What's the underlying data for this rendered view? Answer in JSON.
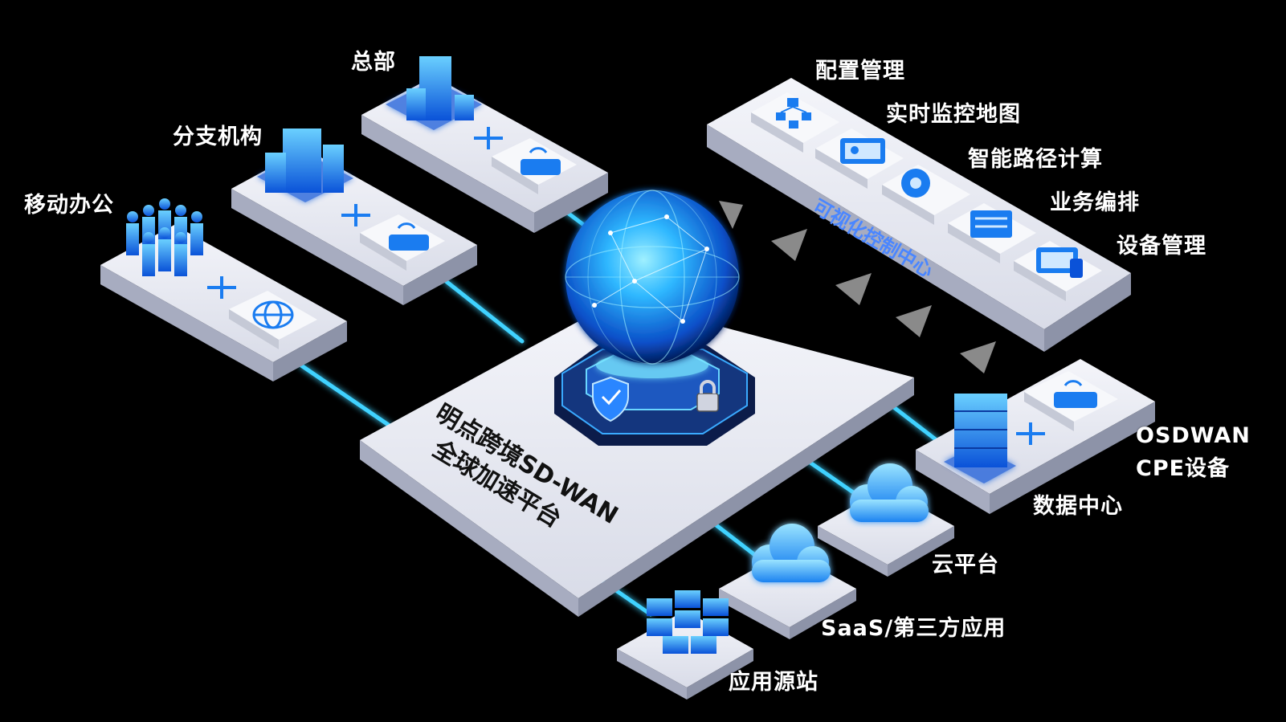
{
  "platform": {
    "line1": "明点跨境SD-WAN",
    "line2": "全球加速平台"
  },
  "control_center": {
    "title": "可视化控制中心",
    "features": [
      {
        "label": "配置管理",
        "icon": "topology-icon"
      },
      {
        "label": "实时监控地图",
        "icon": "map-monitor-icon"
      },
      {
        "label": "智能路径计算",
        "icon": "brain-gear-icon"
      },
      {
        "label": "业务编排",
        "icon": "server-rack-icon"
      },
      {
        "label": "设备管理",
        "icon": "devices-icon"
      }
    ]
  },
  "sites": {
    "hq": "总部",
    "branch": "分支机构",
    "mobile": "移动办公",
    "datacenter": "数据中心",
    "cpe": [
      "OSDWAN",
      "CPE设备"
    ],
    "cloud": "云平台",
    "saas": "SaaS/第三方应用",
    "origin": "应用源站"
  },
  "colors": {
    "background": "#000000",
    "platform_top": "#e8eaf2",
    "platform_side": "#9aa0b4",
    "accent_blue": "#1a7cf0",
    "link_cyan": "#3fd2ff",
    "arrow_gray": "#8a8a8a"
  }
}
